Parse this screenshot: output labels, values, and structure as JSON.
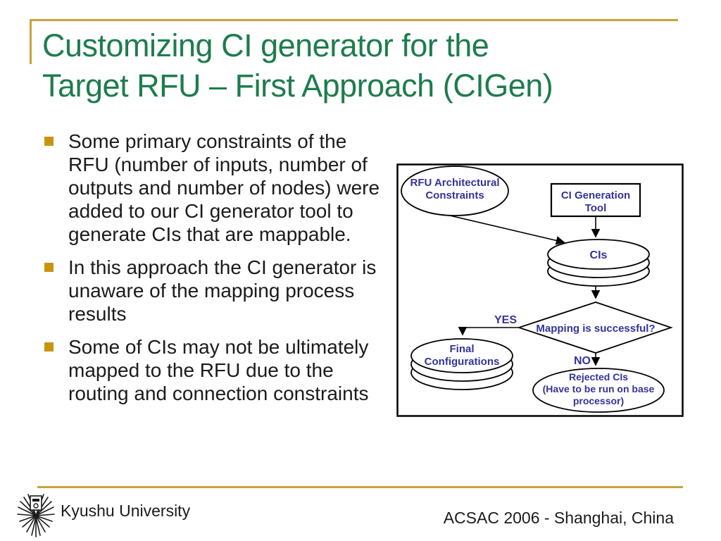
{
  "colors": {
    "accent-gold": "#C9A23A",
    "bullet-gold": "#C89410",
    "title-green": "#1E7C4D",
    "diagram-blue": "#333399"
  },
  "slide": {
    "title_lines": [
      "Customizing CI generator for the",
      "Target RFU – First Approach (CIGen)"
    ],
    "bullets": [
      "Some primary constraints of the RFU (number of inputs, number of outputs and number of nodes) were added to our CI generator tool to generate CIs that are mappable.",
      "In this approach the CI generator is unaware of the mapping process results",
      "Some of CIs may not be ultimately mapped to the RFU due to the routing and connection constraints"
    ]
  },
  "diagram": {
    "nodes": {
      "rfu_constraints": {
        "type": "ellipse",
        "label_lines": [
          "RFU Architectural",
          "Constraints"
        ]
      },
      "ci_generation_tool": {
        "type": "rectangle",
        "label_lines": [
          "CI Generation",
          "Tool"
        ]
      },
      "cis": {
        "type": "data-store",
        "label": "CIs"
      },
      "mapping_decision": {
        "type": "diamond",
        "label": "Mapping is successful?"
      },
      "final_configurations": {
        "type": "data-store",
        "label_lines": [
          "Final",
          "Configurations"
        ]
      },
      "rejected_cis": {
        "type": "ellipse",
        "label_lines": [
          "Rejected CIs",
          "(Have to be run on base",
          "processor)"
        ]
      }
    },
    "edge_labels": {
      "yes": "YES",
      "no": "NO"
    }
  },
  "footer": {
    "organization": "Kyushu University",
    "conference": "ACSAC 2006 - Shanghai, China"
  }
}
